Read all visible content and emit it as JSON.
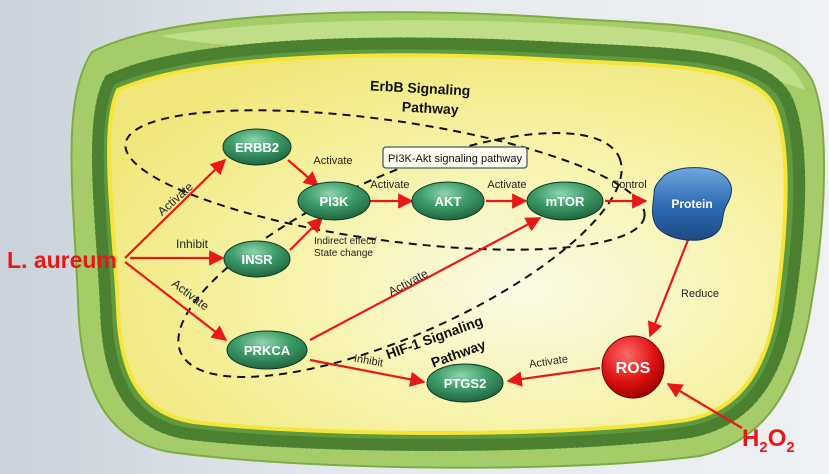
{
  "diagram": {
    "external": {
      "source": "L. aureum",
      "stressor": "H",
      "stressor_sub": "2",
      "stressor_tail": "O",
      "stressor_sub2": "2"
    },
    "pathways": {
      "erbb_line1": "ErbB Signaling",
      "erbb_line2": "Pathway",
      "pi3k_akt": "PI3K-Akt signaling pathway",
      "hif1_line1": "HIF-1 Signaling",
      "hif1_line2": "Pathway"
    },
    "nodes": {
      "erbb2": "ERBB2",
      "pi3k": "PI3K",
      "akt": "AKT",
      "mtor": "mTOR",
      "insr": "INSR",
      "prkca": "PRKCA",
      "ptgs2": "PTGS2",
      "protein": "Protein",
      "ros": "ROS"
    },
    "edges": {
      "activate_erbb2": "Activate",
      "inhibit_insr": "Inhibit",
      "activate_prkca": "Activate",
      "erbb2_pi3k": "Activate",
      "pi3k_akt": "Activate",
      "akt_mtor": "Activate",
      "mtor_protein": "Control",
      "insr_pi3k_line1": "Indirect effect/",
      "insr_pi3k_line2": "State change",
      "prkca_mtor": "Activate",
      "prkca_ptgs2": "Inhibit",
      "protein_ros": "Reduce",
      "ros_ptgs2": "Activate"
    }
  }
}
